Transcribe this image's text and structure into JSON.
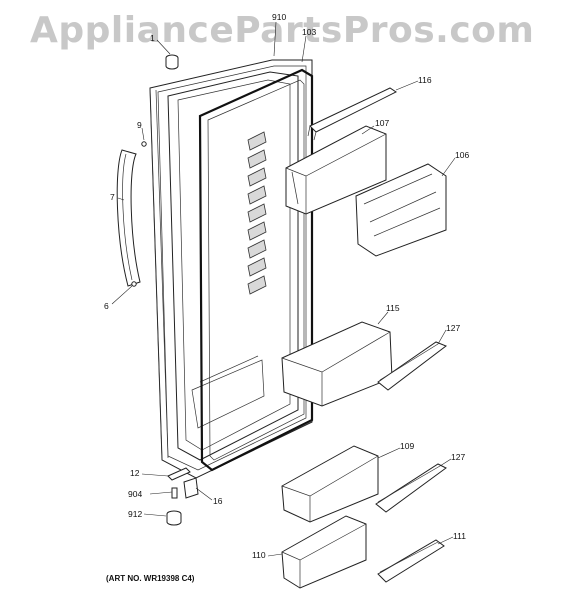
{
  "watermark": "AppliancePartsPros.com",
  "art_number": "(ART NO. WR19398 C4)",
  "callouts": [
    {
      "id": "c-1",
      "text": "1"
    },
    {
      "id": "c-910",
      "text": "910"
    },
    {
      "id": "c-103",
      "text": "103"
    },
    {
      "id": "c-116",
      "text": "116"
    },
    {
      "id": "c-9",
      "text": "9"
    },
    {
      "id": "c-107",
      "text": "107"
    },
    {
      "id": "c-106",
      "text": "106"
    },
    {
      "id": "c-7",
      "text": "7"
    },
    {
      "id": "c-6",
      "text": "6"
    },
    {
      "id": "c-115",
      "text": "115"
    },
    {
      "id": "c-127a",
      "text": "127"
    },
    {
      "id": "c-109",
      "text": "109"
    },
    {
      "id": "c-127b",
      "text": "127"
    },
    {
      "id": "c-12",
      "text": "12"
    },
    {
      "id": "c-904",
      "text": "904"
    },
    {
      "id": "c-16",
      "text": "16"
    },
    {
      "id": "c-912",
      "text": "912"
    },
    {
      "id": "c-111",
      "text": "111"
    },
    {
      "id": "c-110",
      "text": "110"
    }
  ]
}
